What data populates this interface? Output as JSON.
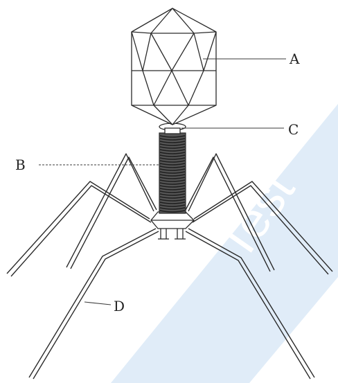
{
  "diagram": {
    "labels": {
      "a": "A",
      "b": "B",
      "c": "C",
      "d": "D"
    },
    "parts": [
      "head",
      "collar",
      "tail-sheath",
      "base-plate",
      "tail-fibers"
    ]
  },
  "watermark": {
    "text": "Test"
  },
  "colors": {
    "ink": "#2a2a2a",
    "label": "#222222",
    "sheath": "#3a3a3a",
    "watermark_fill": "#dbe9f7",
    "watermark_text": "#ffffff"
  }
}
